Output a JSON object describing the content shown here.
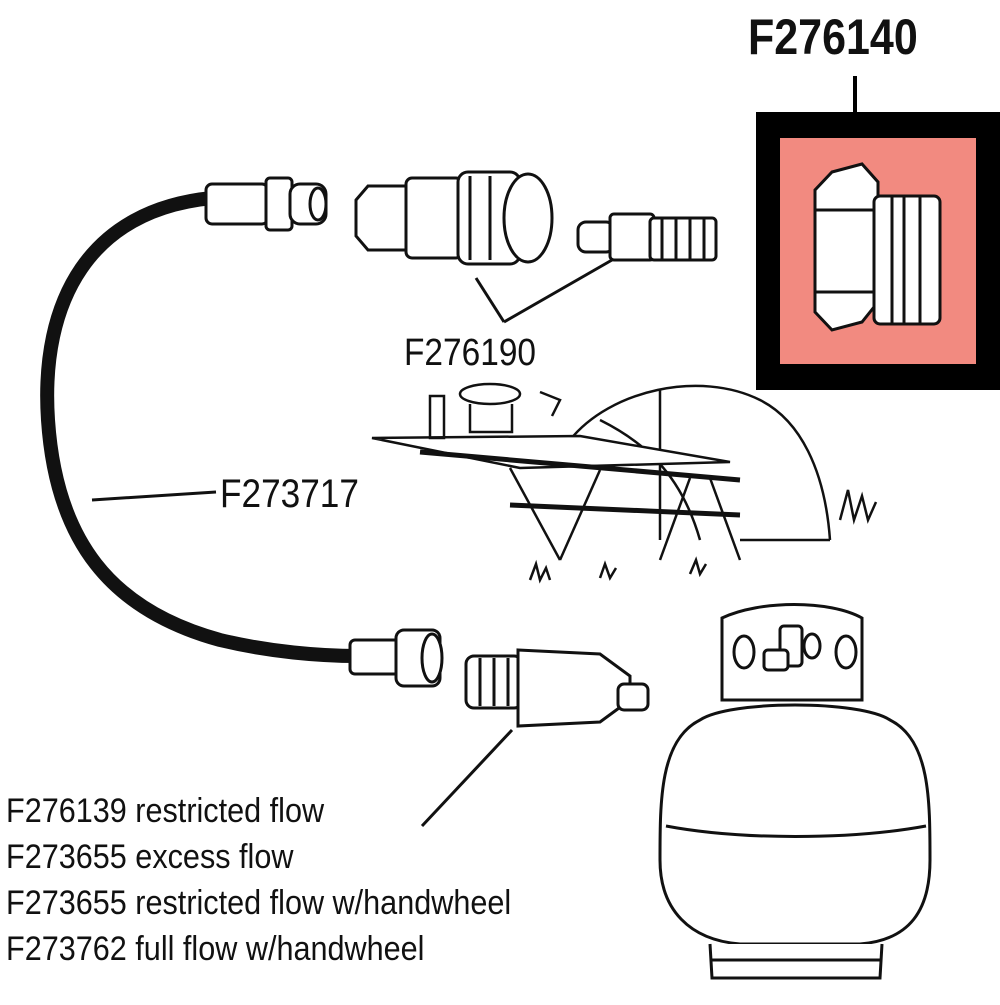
{
  "labels": {
    "featured_part": "F276140",
    "coupler_kit": "F276190",
    "hose": "F273717"
  },
  "regulator_options": [
    "F276139 restricted flow",
    "F273655 excess flow",
    "F273655 restricted flow w/handwheel",
    "F273762 full flow w/handwheel"
  ],
  "colors": {
    "highlight_fill": "#f28a80",
    "frame": "#000000",
    "line": "#111111"
  }
}
